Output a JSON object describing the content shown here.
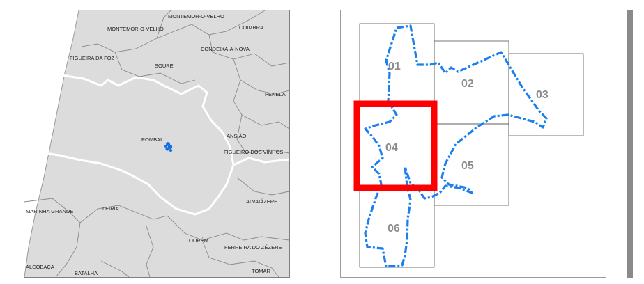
{
  "left_map": {
    "places": [
      {
        "name": "MONTEMOR-O-VELHO"
      },
      {
        "name": "MONTEMOR-O-VELHO"
      },
      {
        "name": "COIMBRA"
      },
      {
        "name": "FIGUEIRA DA FOZ"
      },
      {
        "name": "CONDEIXA-A-NOVA"
      },
      {
        "name": "SOURE"
      },
      {
        "name": "PENELA"
      },
      {
        "name": "POMBAL"
      },
      {
        "name": "ANSIÃO"
      },
      {
        "name": "FIGUEIRÓ DOS VINHOS"
      },
      {
        "name": "ALVAIÁZERE"
      },
      {
        "name": "LEIRIA"
      },
      {
        "name": "MARINHA GRANDE"
      },
      {
        "name": "OURÉM"
      },
      {
        "name": "FERREIRA DO ZÊZERE"
      },
      {
        "name": "ALCOBAÇA"
      },
      {
        "name": "BATALHA"
      },
      {
        "name": "TOMAR"
      }
    ],
    "colors": {
      "land": "#dcdcdc",
      "sea": "#ffffff",
      "border": "#8a8a8a",
      "district": "#ffffff",
      "site": "#1a6fe0"
    }
  },
  "right_map": {
    "tiles": [
      {
        "label": "01"
      },
      {
        "label": "02"
      },
      {
        "label": "03"
      },
      {
        "label": "04",
        "highlighted": true
      },
      {
        "label": "05"
      },
      {
        "label": "06"
      }
    ],
    "colors": {
      "outline": "#1a7ff0",
      "highlight": "#ff0000",
      "tile_border": "#555555",
      "label": "#8c8c8c"
    }
  }
}
